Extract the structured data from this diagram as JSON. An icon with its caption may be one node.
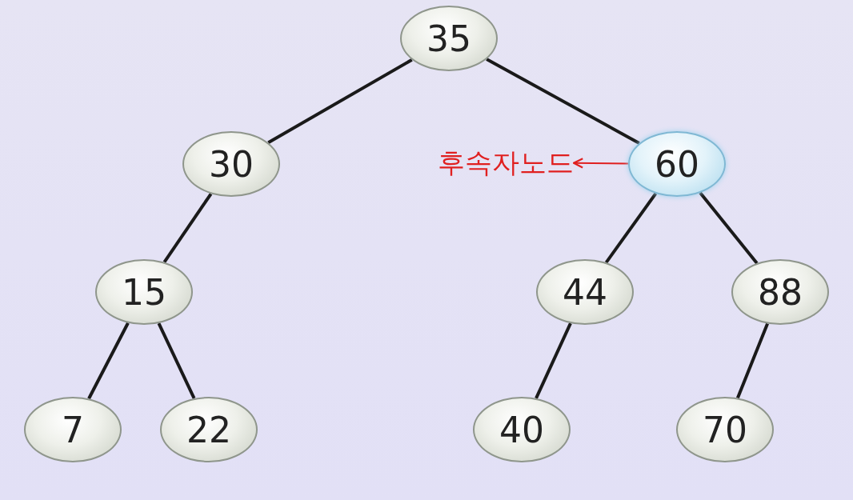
{
  "diagram": {
    "nodes": [
      {
        "text": [
          "35"
        ]
      },
      {
        "text": [
          "30"
        ]
      },
      {
        "text": [
          "60"
        ]
      },
      {
        "text": [
          "15"
        ]
      },
      {
        "text": [
          "44"
        ]
      },
      {
        "text": [
          "88"
        ]
      },
      {
        "text": [
          "7"
        ]
      },
      {
        "text": [
          "22"
        ]
      },
      {
        "text": [
          "40"
        ]
      },
      {
        "text": [
          "70"
        ]
      },
      {
        "text": [
          "후속자노드"
        ]
      }
    ],
    "edges": [
      {
        "from": 0,
        "to": 1,
        "arrow": "none"
      },
      {
        "from": 0,
        "to": 2,
        "arrow": "none"
      },
      {
        "from": 1,
        "to": 3,
        "arrow": "none"
      },
      {
        "from": 2,
        "to": 4,
        "arrow": "none"
      },
      {
        "from": 2,
        "to": 5,
        "arrow": "none"
      },
      {
        "from": 3,
        "to": 6,
        "arrow": "none"
      },
      {
        "from": 3,
        "to": 7,
        "arrow": "none"
      },
      {
        "from": 4,
        "to": 8,
        "arrow": "none"
      },
      {
        "from": 5,
        "to": 9,
        "arrow": "none"
      },
      {
        "from": 2,
        "to": 10,
        "arrow": "to",
        "color": "#e02020"
      }
    ]
  }
}
